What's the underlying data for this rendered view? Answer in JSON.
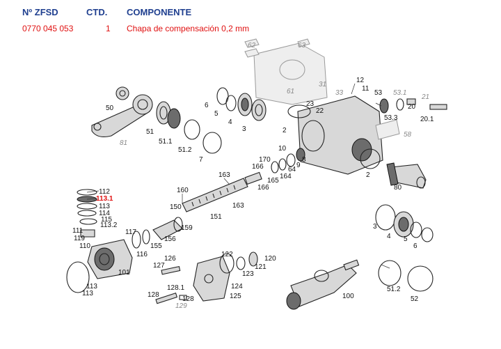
{
  "header": {
    "col_ref": "Nº ZFSD",
    "col_qty": "CTD.",
    "col_component": "COMPONENTE"
  },
  "selected_row": {
    "ref": "0770 045 053",
    "qty": "1",
    "component": "Chapa de compensación 0,2 mm"
  },
  "diagram": {
    "highlighted_label": "113.1",
    "labels": {
      "l50": "50",
      "l51": "51",
      "l511": "51.1",
      "l512": "51.2",
      "l7": "7",
      "l81": "81",
      "l6": "6",
      "l5": "5",
      "l4": "4",
      "l3": "3",
      "l2a": "2",
      "l61": "61",
      "l12": "12",
      "l11": "11",
      "l31": "31",
      "l23": "23",
      "l22": "22",
      "l33": "33",
      "l53": "53",
      "l531": "53.1",
      "l533": "53.3",
      "l21": "21",
      "l20": "20",
      "l201": "20.1",
      "l58": "58",
      "l10": "10",
      "l8": "8",
      "l9": "9",
      "l170": "170",
      "l166a": "166",
      "l64": "64",
      "l164": "164",
      "l165": "165",
      "l166b": "166",
      "l163a": "163",
      "l160": "160",
      "l163b": "163",
      "l150": "150",
      "l151": "151",
      "l159": "159",
      "l2b": "2",
      "l80": "80",
      "l3b": "3",
      "l4b": "4",
      "l5b": "5",
      "l6b": "6",
      "l112": "112",
      "l113b": "113",
      "l114": "114",
      "l115": "115",
      "l1132": "113.2",
      "l111": "111",
      "l119": "119",
      "l110": "110",
      "l117": "117",
      "l116": "116",
      "l155": "155",
      "l156": "156",
      "l101": "101",
      "l113c": "113",
      "l113d": "113",
      "l126": "126",
      "l127": "127",
      "l122": "122",
      "l121": "121",
      "l120": "120",
      "l123": "123",
      "l124": "124",
      "l125": "125",
      "l1281": "128.1",
      "l128a": "128",
      "l128b": "128",
      "l129": "129",
      "l100": "100",
      "l512b": "51.2",
      "l52": "52",
      "l62": "62",
      "l63": "63"
    }
  }
}
